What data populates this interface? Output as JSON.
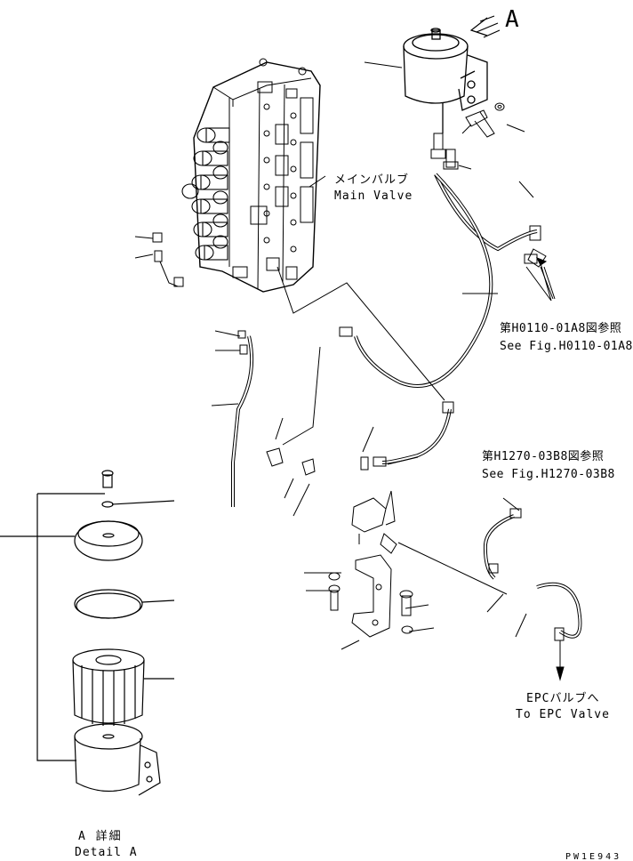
{
  "view_marker": "A",
  "main_valve": {
    "jp": "メインバルブ",
    "en": "Main Valve"
  },
  "ref_1": {
    "jp": "第H0110-01A8図参照",
    "en": "See Fig.H0110-01A8"
  },
  "ref_2": {
    "jp": "第H1270-03B8図参照",
    "en": "See Fig.H1270-03B8"
  },
  "epc": {
    "jp": "EPCバルブへ",
    "en": "To EPC Valve"
  },
  "detail": {
    "jp": "A 詳細",
    "en": "Detail A"
  },
  "drawing_code": "PW1E943"
}
